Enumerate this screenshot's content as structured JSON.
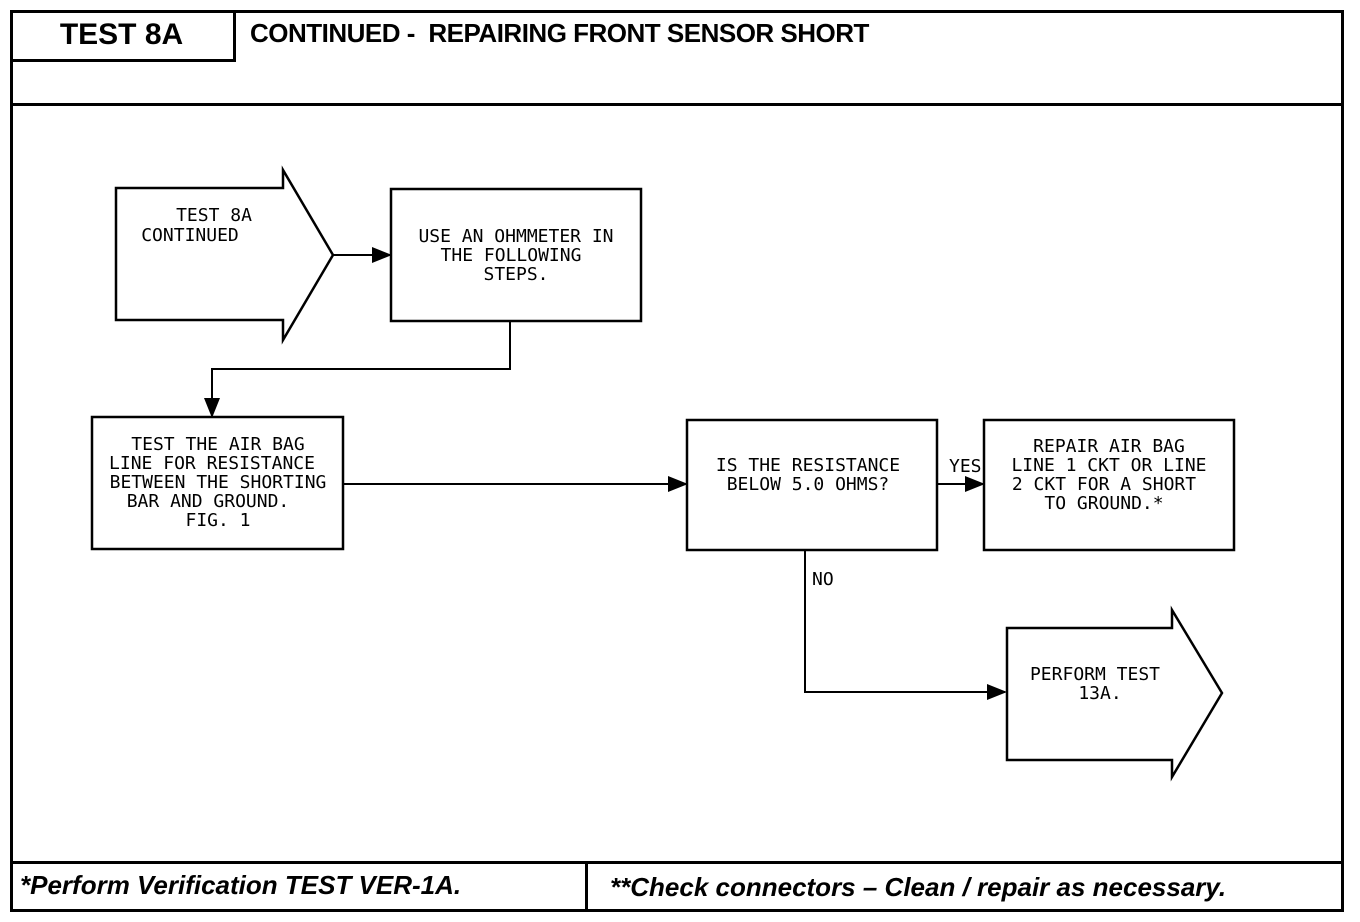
{
  "header": {
    "test_id": "TEST 8A",
    "title": "CONTINUED -  REPAIRING FRONT SENSOR SHORT"
  },
  "diagram": {
    "start": {
      "lines": [
        "TEST 8A",
        "CONTINUED"
      ]
    },
    "step1": {
      "lines": [
        "USE AN OHMMETER IN",
        "THE FOLLOWING",
        "STEPS."
      ]
    },
    "step2": {
      "lines": [
        "TEST THE AIR BAG",
        "LINE FOR RESISTANCE",
        "BETWEEN THE SHORTING",
        "BAR AND GROUND.",
        "FIG. 1"
      ]
    },
    "decision": {
      "lines": [
        "IS THE RESISTANCE",
        "BELOW 5.0 OHMS?"
      ]
    },
    "repair": {
      "lines": [
        "REPAIR AIR BAG",
        "LINE 1 CKT OR LINE",
        "2 CKT FOR A SHORT",
        "TO GROUND.*"
      ]
    },
    "perform": {
      "lines": [
        "PERFORM TEST",
        "13A."
      ]
    },
    "yes_label": "YES",
    "no_label": "NO"
  },
  "footer": {
    "left": "*Perform Verification TEST VER-1A.",
    "right": "**Check connectors – Clean / repair as necessary."
  }
}
